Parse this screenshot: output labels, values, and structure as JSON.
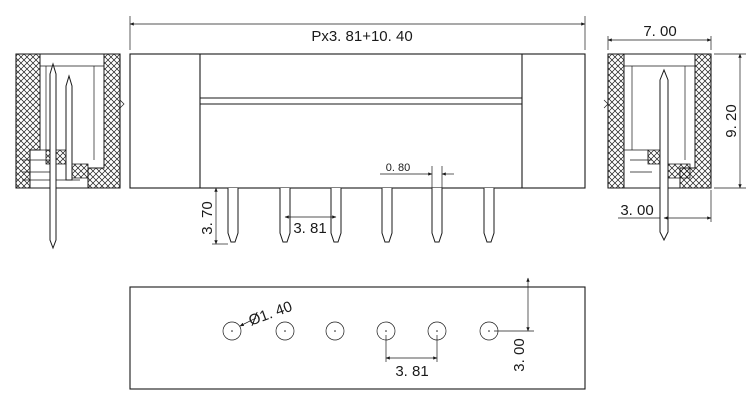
{
  "dimensions": {
    "overall_length": "Px3. 81+10. 40",
    "width": "7. 00",
    "height": "9. 20",
    "pin_offset": "3. 00",
    "pin_tail_length": "3. 70",
    "pin_pitch_front": "3. 81",
    "pin_thickness": "0. 80",
    "hole_diameter": "Ø1. 40",
    "hole_pitch": "3. 81",
    "hole_row_offset": "3. 00"
  },
  "colors": {
    "line": "#1a1a1a",
    "hatch": "#1a1a1a",
    "background": "#ffffff"
  }
}
